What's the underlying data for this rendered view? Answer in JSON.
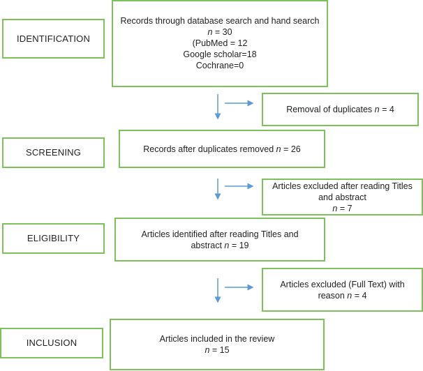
{
  "stages": {
    "identification": "IDENTIFICATION",
    "screening": "SCREENING",
    "eligibility": "ELIGIBILITY",
    "inclusion": "INCLUSION"
  },
  "records_search": {
    "line1": "Records through database search and hand search",
    "n_label": "n",
    "n_value": " = 30",
    "line3": "(PubMed = 12",
    "line4": "Google scholar=18",
    "line5": "Cochrane=0"
  },
  "removal": {
    "text": "Removal of duplicates ",
    "n_label": "n",
    "n_value": " = 4"
  },
  "after_duplicates": {
    "text": "Records after duplicates removed ",
    "n_label": "n",
    "n_value": " = 26"
  },
  "excluded_titles": {
    "line1": "Articles excluded after reading Titles",
    "line2": "and abstract",
    "n_label": "n",
    "n_value": " = 7"
  },
  "identified": {
    "line1": "Articles identified after reading Titles and",
    "line2": "abstract ",
    "n_label": "n",
    "n_value": " = 19"
  },
  "excluded_fulltext": {
    "line1": "Articles excluded (Full Text) with",
    "line2": "reason ",
    "n_label": "n",
    "n_value": " = 4"
  },
  "included": {
    "line1": "Articles included in the review",
    "n_label": "n",
    "n_value": " = 15"
  },
  "colors": {
    "border": "#7cc15a",
    "arrow": "#5b9bd5"
  }
}
